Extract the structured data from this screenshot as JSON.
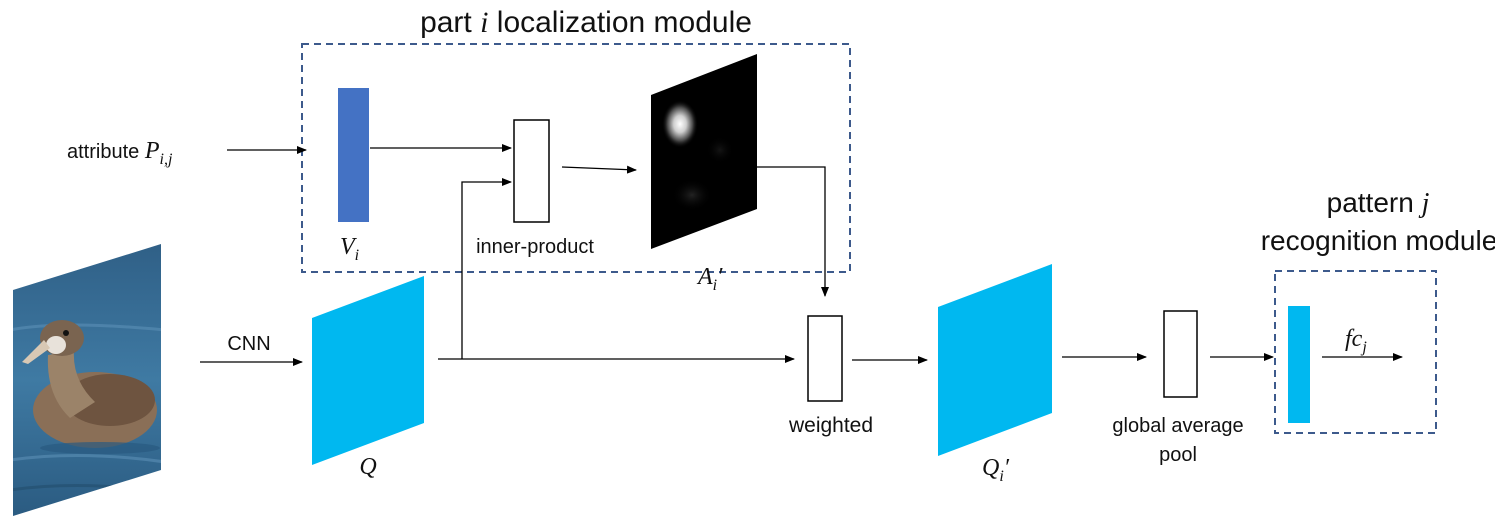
{
  "colors": {
    "module_border": "#3d5a8c",
    "vector_bar": "#4472c4",
    "feature_map": "#00b8f0",
    "arrow": "#000000",
    "box_stroke": "#000000"
  },
  "labels": {
    "localization_title_prefix": "part ",
    "localization_title_var": "i",
    "localization_title_suffix": " localization module",
    "recognition_title_line1_prefix": "pattern ",
    "recognition_title_line1_var": "j",
    "recognition_title_line2": "recognition module",
    "attribute_prefix": "attribute ",
    "attribute_symbol": "P",
    "attribute_subscript": "i,j",
    "v_symbol": "V",
    "v_subscript": "i",
    "inner_product": "inner-product",
    "a_symbol": "A",
    "a_subscript": "i",
    "prime": "′",
    "cnn": "CNN",
    "q_symbol": "Q",
    "weighted": "weighted",
    "qi_symbol": "Q",
    "qi_subscript": "i",
    "gap_line1": "global average",
    "gap_line2": "pool",
    "fc_symbol": "fc",
    "fc_subscript": "j"
  },
  "icons": {
    "bird_photo": "albatross-on-water-image",
    "attention_map": "attention-heatmap-image"
  }
}
